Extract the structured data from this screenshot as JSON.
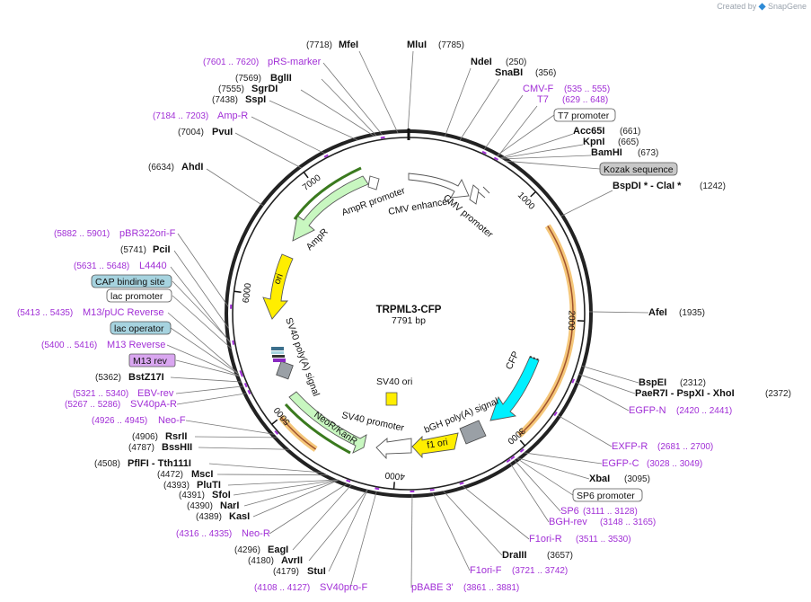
{
  "credit": {
    "prefix": "Created by",
    "brand": "SnapGene"
  },
  "plasmid": {
    "name": "TRPML3-CFP",
    "size_label": "7791 bp",
    "total_bp": 7791
  },
  "ticks": [
    {
      "label": "1000",
      "bp": 1000
    },
    {
      "label": "2000",
      "bp": 2000
    },
    {
      "label": "3000",
      "bp": 3000
    },
    {
      "label": "4000",
      "bp": 4000
    },
    {
      "label": "5000",
      "bp": 5000
    },
    {
      "label": "6000",
      "bp": 6000
    },
    {
      "label": "7000",
      "bp": 7000
    }
  ],
  "sites": [
    {
      "name": "MfeI",
      "pos": "(7718)"
    },
    {
      "name": "MluI",
      "pos": "(7785)"
    },
    {
      "name": "NdeI",
      "pos": "(250)"
    },
    {
      "name": "SnaBI",
      "pos": "(356)"
    },
    {
      "name": "Acc65I",
      "pos": "(661)"
    },
    {
      "name": "KpnI",
      "pos": "(665)"
    },
    {
      "name": "BamHI",
      "pos": "(673)"
    },
    {
      "name": "BspDI * - ClaI *",
      "pos": "(1242)"
    },
    {
      "name": "AfeI",
      "pos": "(1935)"
    },
    {
      "name": "BspEI",
      "pos": "(2312)"
    },
    {
      "name": "PaeR7I - PspXI - XhoI",
      "pos": "(2372)"
    },
    {
      "name": "XbaI",
      "pos": "(3095)"
    },
    {
      "name": "DraIII",
      "pos": "(3657)"
    },
    {
      "name": "BglII",
      "pos": "(7569)"
    },
    {
      "name": "SgrDI",
      "pos": "(7555)"
    },
    {
      "name": "SspI",
      "pos": "(7438)"
    },
    {
      "name": "PvuI",
      "pos": "(7004)"
    },
    {
      "name": "AhdI",
      "pos": "(6634)"
    },
    {
      "name": "PciI",
      "pos": "(5741)"
    },
    {
      "name": "BstZ17I",
      "pos": "(5362)"
    },
    {
      "name": "RsrII",
      "pos": "(4906)"
    },
    {
      "name": "BssHII",
      "pos": "(4787)"
    },
    {
      "name": "PflFI - Tth111I",
      "pos": "(4508)"
    },
    {
      "name": "MscI",
      "pos": "(4472)"
    },
    {
      "name": "PluTI",
      "pos": "(4393)"
    },
    {
      "name": "SfoI",
      "pos": "(4391)"
    },
    {
      "name": "NarI",
      "pos": "(4390)"
    },
    {
      "name": "KasI",
      "pos": "(4389)"
    },
    {
      "name": "EagI",
      "pos": "(4296)"
    },
    {
      "name": "AvrII",
      "pos": "(4180)"
    },
    {
      "name": "StuI",
      "pos": "(4179)"
    }
  ],
  "primers": [
    {
      "name": "pRS-marker",
      "range": "(7601 .. 7620)"
    },
    {
      "name": "CMV-F",
      "range": "(535 .. 555)"
    },
    {
      "name": "T7",
      "range": "(629 .. 648)"
    },
    {
      "name": "Amp-R",
      "range": "(7184 .. 7203)"
    },
    {
      "name": "pBR322ori-F",
      "range": "(5882 .. 5901)"
    },
    {
      "name": "L4440",
      "range": "(5631 .. 5648)"
    },
    {
      "name": "M13/pUC Reverse",
      "range": "(5413 .. 5435)"
    },
    {
      "name": "M13 Reverse",
      "range": "(5400 .. 5416)"
    },
    {
      "name": "EBV-rev",
      "range": "(5321 .. 5340)"
    },
    {
      "name": "SV40pA-R",
      "range": "(5267 .. 5286)"
    },
    {
      "name": "Neo-F",
      "range": "(4926 .. 4945)"
    },
    {
      "name": "Neo-R",
      "range": "(4316 .. 4335)"
    },
    {
      "name": "SV40pro-F",
      "range": "(4108 .. 4127)"
    },
    {
      "name": "pBABE 3'",
      "range": "(3861 .. 3881)"
    },
    {
      "name": "F1ori-F",
      "range": "(3721 .. 3742)"
    },
    {
      "name": "F1ori-R",
      "range": "(3511 .. 3530)"
    },
    {
      "name": "BGH-rev",
      "range": "(3148 .. 3165)"
    },
    {
      "name": "SP6",
      "range": "(3111 .. 3128)"
    },
    {
      "name": "EGFP-C",
      "range": "(3028 .. 3049)"
    },
    {
      "name": "EXFP-R",
      "range": "(2681 .. 2700)"
    },
    {
      "name": "EGFP-N",
      "range": "(2420 .. 2441)"
    }
  ],
  "boxed_labels": [
    {
      "name": "T7 promoter",
      "fill": "#ffffff"
    },
    {
      "name": "Kozak sequence",
      "fill": "#c8c8c8"
    },
    {
      "name": "CAP binding site",
      "fill": "#a6d3df"
    },
    {
      "name": "lac promoter",
      "fill": "#ffffff"
    },
    {
      "name": "lac operator",
      "fill": "#a6d3df"
    },
    {
      "name": "M13 rev",
      "fill": "#d9a6f0"
    },
    {
      "name": "SP6 promoter",
      "fill": "#ffffff"
    }
  ],
  "features": [
    {
      "name": "CMV enhancer",
      "color": "#ffffff"
    },
    {
      "name": "CMV promoter",
      "color": "#ffffff"
    },
    {
      "name": "AmpR promoter",
      "color": "#ffffff"
    },
    {
      "name": "AmpR",
      "color": "#c8f7c0"
    },
    {
      "name": "ori",
      "color": "#ffee00"
    },
    {
      "name": "SV40 poly(A) signal",
      "color": "#9aa0a6"
    },
    {
      "name": "SV40 ori",
      "color": "#ffee00"
    },
    {
      "name": "NeoR/KanR",
      "color": "#c8f7c0"
    },
    {
      "name": "SV40 promoter",
      "color": "#ffffff"
    },
    {
      "name": "CFP",
      "color": "#00f0ff"
    },
    {
      "name": "bGH poly(A) signal",
      "color": "#9aa0a6"
    },
    {
      "name": "f1 ori",
      "color": "#ffee00"
    }
  ],
  "colors": {
    "backbone": "#222222",
    "primer": "#a12fd6",
    "orf_highlight": "#f5c77a",
    "orf_line": "#a0522d"
  }
}
